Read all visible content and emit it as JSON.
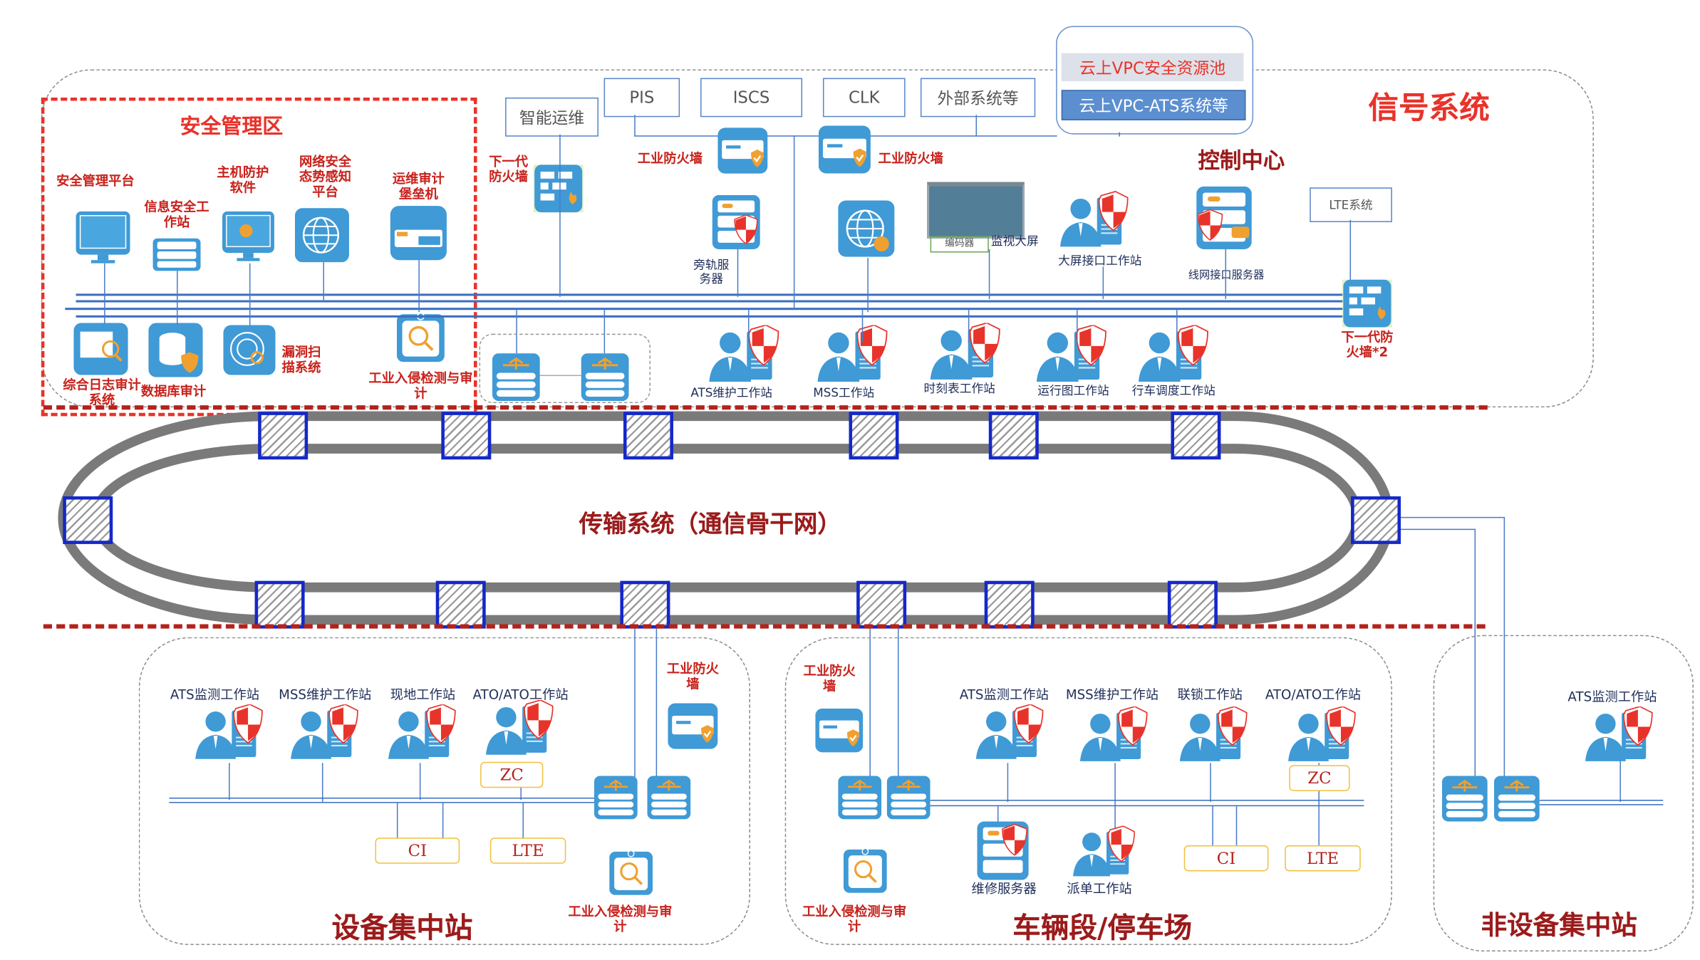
{
  "titles": {
    "signal_system": "信号系统",
    "security_zone": "安全管理区",
    "control_center": "控制中心",
    "transport": "传输系统（通信骨干网）",
    "concentrator_station": "设备集中站",
    "depot": "车辆段/停车场",
    "non_concentrator_station": "非设备集中站"
  },
  "cloud": {
    "security_pool": "云上VPC安全资源池",
    "ats_system": "云上VPC-ATS系统等"
  },
  "external_systems": [
    "智能运维",
    "PIS",
    "ISCS",
    "CLK",
    "外部系统等"
  ],
  "lte_system": "LTE系统",
  "security_zone_items": {
    "mgmt_platform": "安全管理平台",
    "info_sec_ws": "信息安全工作站",
    "host_protect": "主机防护软件",
    "situation_awareness": "网络安全态势感知平台",
    "bastion": "运维审计堡垒机",
    "log_audit": "综合日志审计系统",
    "db_audit": "数据库审计",
    "vuln_scan": "漏洞扫描系统",
    "ids": "工业入侵检测与审计"
  },
  "control_center_items": {
    "ngfw": "下一代防火墙",
    "ind_fw_1": "工业防火墙",
    "ind_fw_2": "工业防火墙",
    "bypass_server": "旁轨服务器",
    "video_wall": "监视大屏",
    "encoder": "编码器",
    "screen_ws": "大屏接口工作站",
    "line_server": "线网接口服务器",
    "ngfw_x2": "下一代防火墙*2",
    "workstations": [
      "ATS维护工作站",
      "MSS工作站",
      "时刻表工作站",
      "运行图工作站",
      "行车调度工作站"
    ]
  },
  "station": {
    "workstations": [
      "ATS监测工作站",
      "MSS维护工作站",
      "现地工作站",
      "ATO/ATO工作站"
    ],
    "zc": "ZC",
    "ci": "CI",
    "lte": "LTE",
    "ind_fw": "工业防火墙",
    "ids": "工业入侵检测与审计"
  },
  "depot": {
    "workstations": [
      "ATS监测工作站",
      "MSS维护工作站",
      "联锁工作站",
      "ATO/ATO工作站"
    ],
    "zc": "ZC",
    "ci": "CI",
    "lte": "LTE",
    "ind_fw": "工业防火墙",
    "ids": "工业入侵检测与审计",
    "maint_server": "维修服务器",
    "dispatch_ws": "派单工作站"
  },
  "non_station": {
    "workstation": "ATS监测工作站"
  },
  "colors": {
    "accent_red": "#e8332a",
    "dark_red": "#9b1b1b",
    "icon_blue": "#3f9ad6",
    "line_blue": "#4a7cc8",
    "node_border": "#1428c8"
  }
}
